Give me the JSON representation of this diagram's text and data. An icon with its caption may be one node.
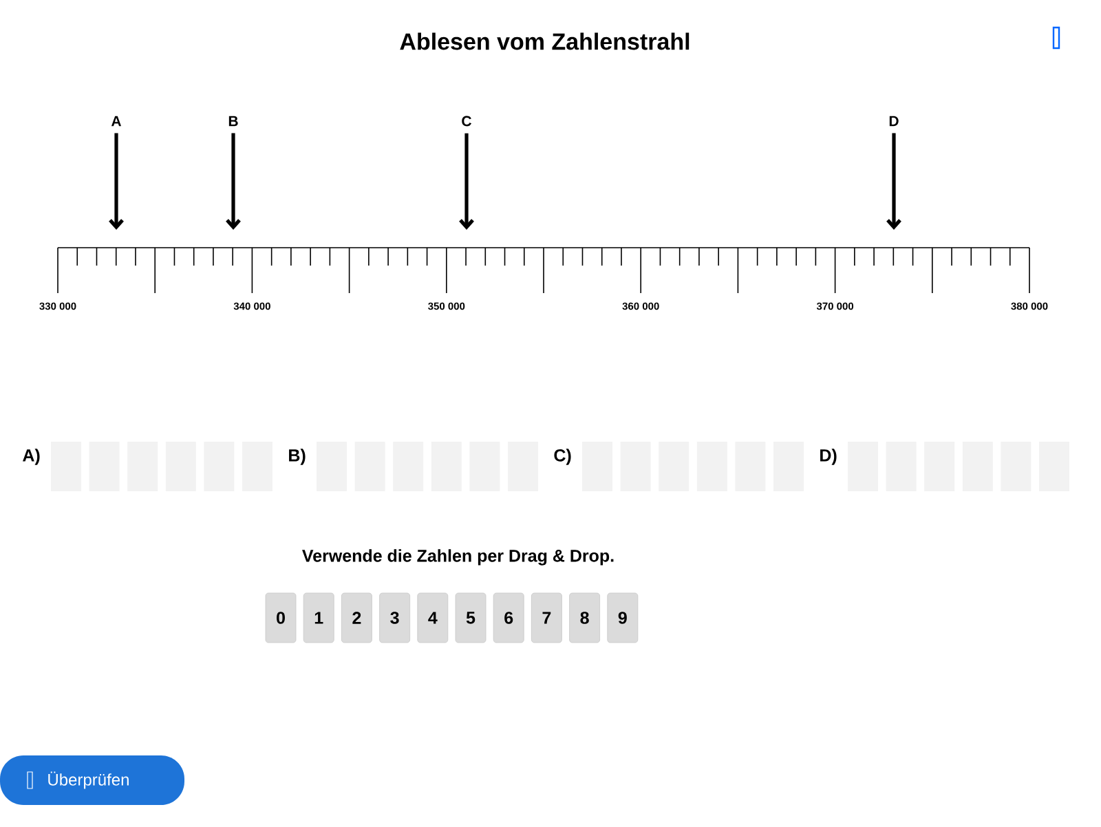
{
  "diagram": {
    "title": "Ablesen vom Zahlenstrahl",
    "nodes": [
      {
        "text": [
          "A"
        ]
      },
      {
        "text": [
          "B"
        ]
      },
      {
        "text": [
          "C"
        ]
      },
      {
        "text": [
          "D"
        ]
      }
    ],
    "edges": [
      {
        "from": 0,
        "to": null,
        "arrow": "to"
      },
      {
        "from": 1,
        "to": null,
        "arrow": "to"
      },
      {
        "from": 2,
        "to": null,
        "arrow": "to"
      },
      {
        "from": 3,
        "to": null,
        "arrow": "to"
      }
    ],
    "labels": [
      "330 000",
      "340 000",
      "350 000",
      "360 000",
      "370 000",
      "380 000",
      "A)",
      "B)",
      "C)",
      "D)",
      "Verwende die Zahlen per Drag & Drop.",
      "0",
      "1",
      "2",
      "3",
      "4",
      "5",
      "6",
      "7",
      "8",
      "9",
      "Überprüfen"
    ]
  }
}
